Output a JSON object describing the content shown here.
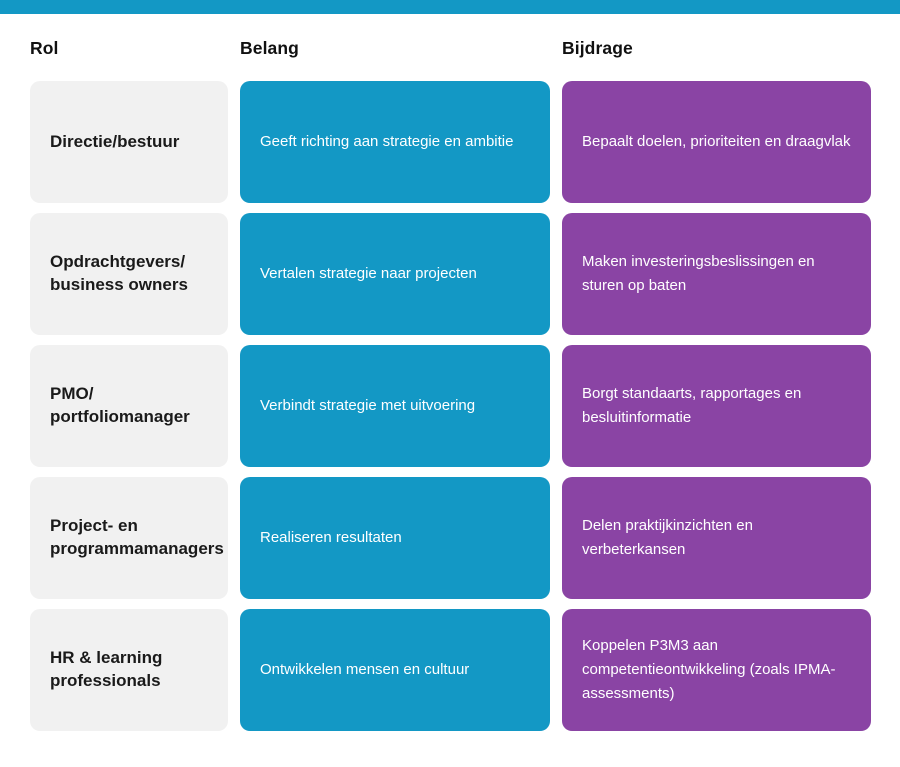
{
  "colors": {
    "top_bar": "#1398c5",
    "rol_card_bg": "#f1f1f1",
    "belang_card_bg": "#1398c5",
    "bijdrage_card_bg": "#8a44a4",
    "card_text_light": "#ffffff",
    "card_text_dark": "#1a1a1a"
  },
  "table": {
    "headers": {
      "rol": "Rol",
      "belang": "Belang",
      "bijdrage": "Bijdrage"
    },
    "rows": [
      {
        "rol": "Directie/bestuur",
        "belang": "Geeft richting aan strategie en ambitie",
        "bijdrage": "Bepaalt doelen, prioriteiten en draagvlak"
      },
      {
        "rol": "Opdrachtgevers/\nbusiness owners",
        "belang": "Vertalen strategie naar projecten",
        "bijdrage": "Maken investeringsbeslissingen en sturen op baten"
      },
      {
        "rol": "PMO/\nportfoliomanager",
        "belang": "Verbindt strategie met uitvoering",
        "bijdrage": "Borgt standaarts, rapportages en besluitinformatie"
      },
      {
        "rol": "Project- en\nprogrammamanagers",
        "belang": "Realiseren resultaten",
        "bijdrage": "Delen praktijkinzichten en verbeterkansen"
      },
      {
        "rol": "HR & learning\nprofessionals",
        "belang": "Ontwikkelen mensen en cultuur",
        "bijdrage": "Koppelen P3M3 aan competentieontwikkeling (zoals IPMA-assessments)"
      }
    ]
  }
}
